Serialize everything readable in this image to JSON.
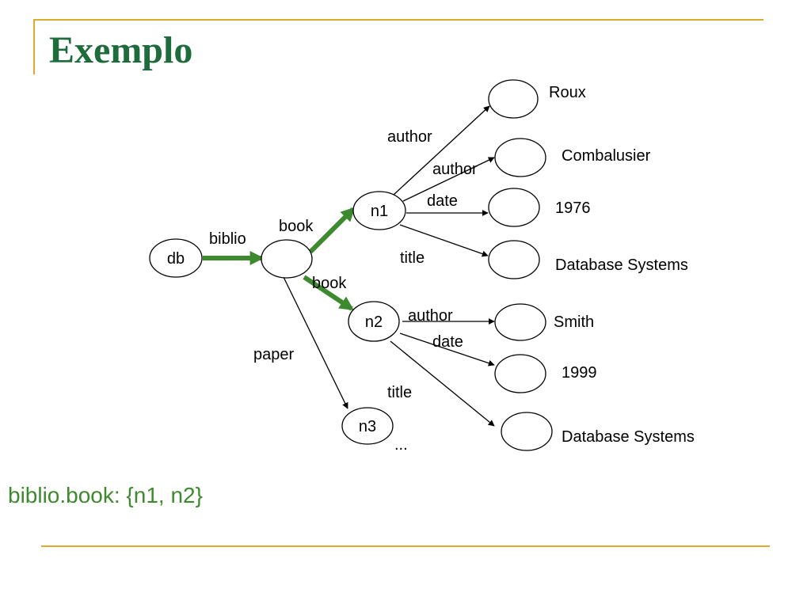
{
  "colors": {
    "frame": "#e0a82e",
    "title": "#1e6b3c",
    "highlight_edge": "#3d8a2e",
    "query_text": "#3d8a2e",
    "node_stroke": "#000000"
  },
  "slide": {
    "title": "Exemplo",
    "query": "biblio.book: {n1, n2}"
  },
  "diagram": {
    "nodes": {
      "db": "db",
      "root": "",
      "n1": "n1",
      "n2": "n2",
      "n3": "n3",
      "roux": "",
      "combalusier": "",
      "date1976": "",
      "title1": "",
      "smith": "",
      "date1999": "",
      "title2": ""
    },
    "edges": {
      "biblio": "biblio",
      "book1": "book",
      "book2": "book",
      "paper": "paper",
      "author1": "author",
      "author2": "author",
      "date1": "date",
      "title1": "title",
      "author3": "author",
      "date2": "date",
      "title2": "title"
    },
    "values": {
      "roux": "Roux",
      "combalusier": "Combalusier",
      "year1976": "1976",
      "title1": "Database Systems",
      "smith": "Smith",
      "year1999": "1999",
      "title2": "Database Systems",
      "ellipsis": "..."
    }
  }
}
